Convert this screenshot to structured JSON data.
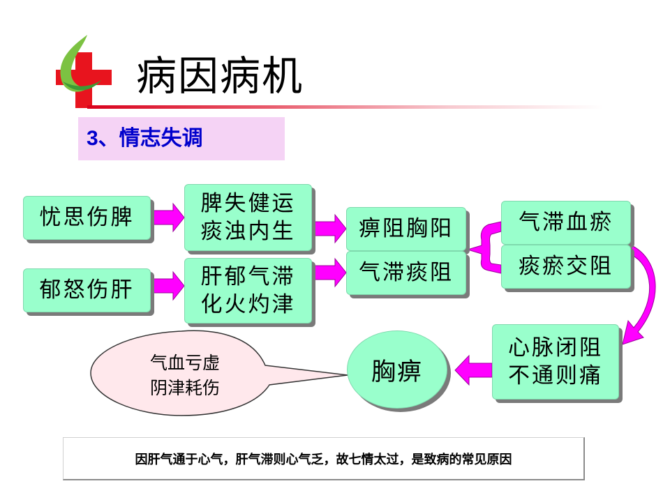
{
  "title": "病因病机",
  "subtitle": "3、情志失调",
  "nodes": {
    "youSiShangPi": "忧思伤脾",
    "yuNuShangGan": "郁怒伤肝",
    "piShiJianYun": "脾失健运\n痰浊内生",
    "ganYuQiZhi": "肝郁气滞\n化火灼津",
    "biZuXiongYang": "痹阻胸阳",
    "qiZhiTanZu": "气滞痰阻",
    "qiZhiXueYu": "气滞血瘀",
    "tanYuJiaoZu": "痰瘀交阻",
    "xinMaiBiZu": "心脉闭阻\n不通则痛",
    "xiongBi": "胸痹",
    "callout": "气血亏虚\n阴津耗伤"
  },
  "note": "因肝气通于心气，肝气滞则心气乏，故七情太过，是致病的常见原因",
  "colors": {
    "box_fill": "#99ffcc",
    "arrow": "#ff00ff",
    "subtitle_bg": "#f5d3f5",
    "subtitle_text": "#0000cc",
    "title_line": "#d9001b"
  }
}
